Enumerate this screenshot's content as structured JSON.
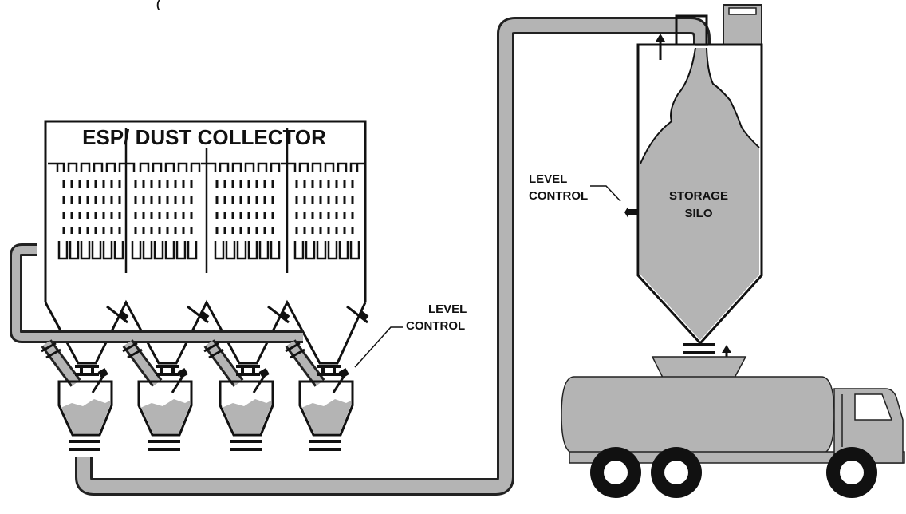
{
  "labels": {
    "esp_title": "ESP/ DUST COLLECTOR",
    "level_control_silo_1": "LEVEL",
    "level_control_silo_2": "CONTROL",
    "storage_silo_1": "STORAGE",
    "storage_silo_2": "SILO",
    "level_control_hopper_1": "LEVEL",
    "level_control_hopper_2": "CONTROL"
  },
  "colors": {
    "material_fill": "#b4b4b4",
    "outline": "#111111",
    "background": "#ffffff"
  },
  "components": {
    "collector_sections": 4,
    "hoppers": 4,
    "transfer_vessels": 4,
    "truck_wheels": 3
  }
}
